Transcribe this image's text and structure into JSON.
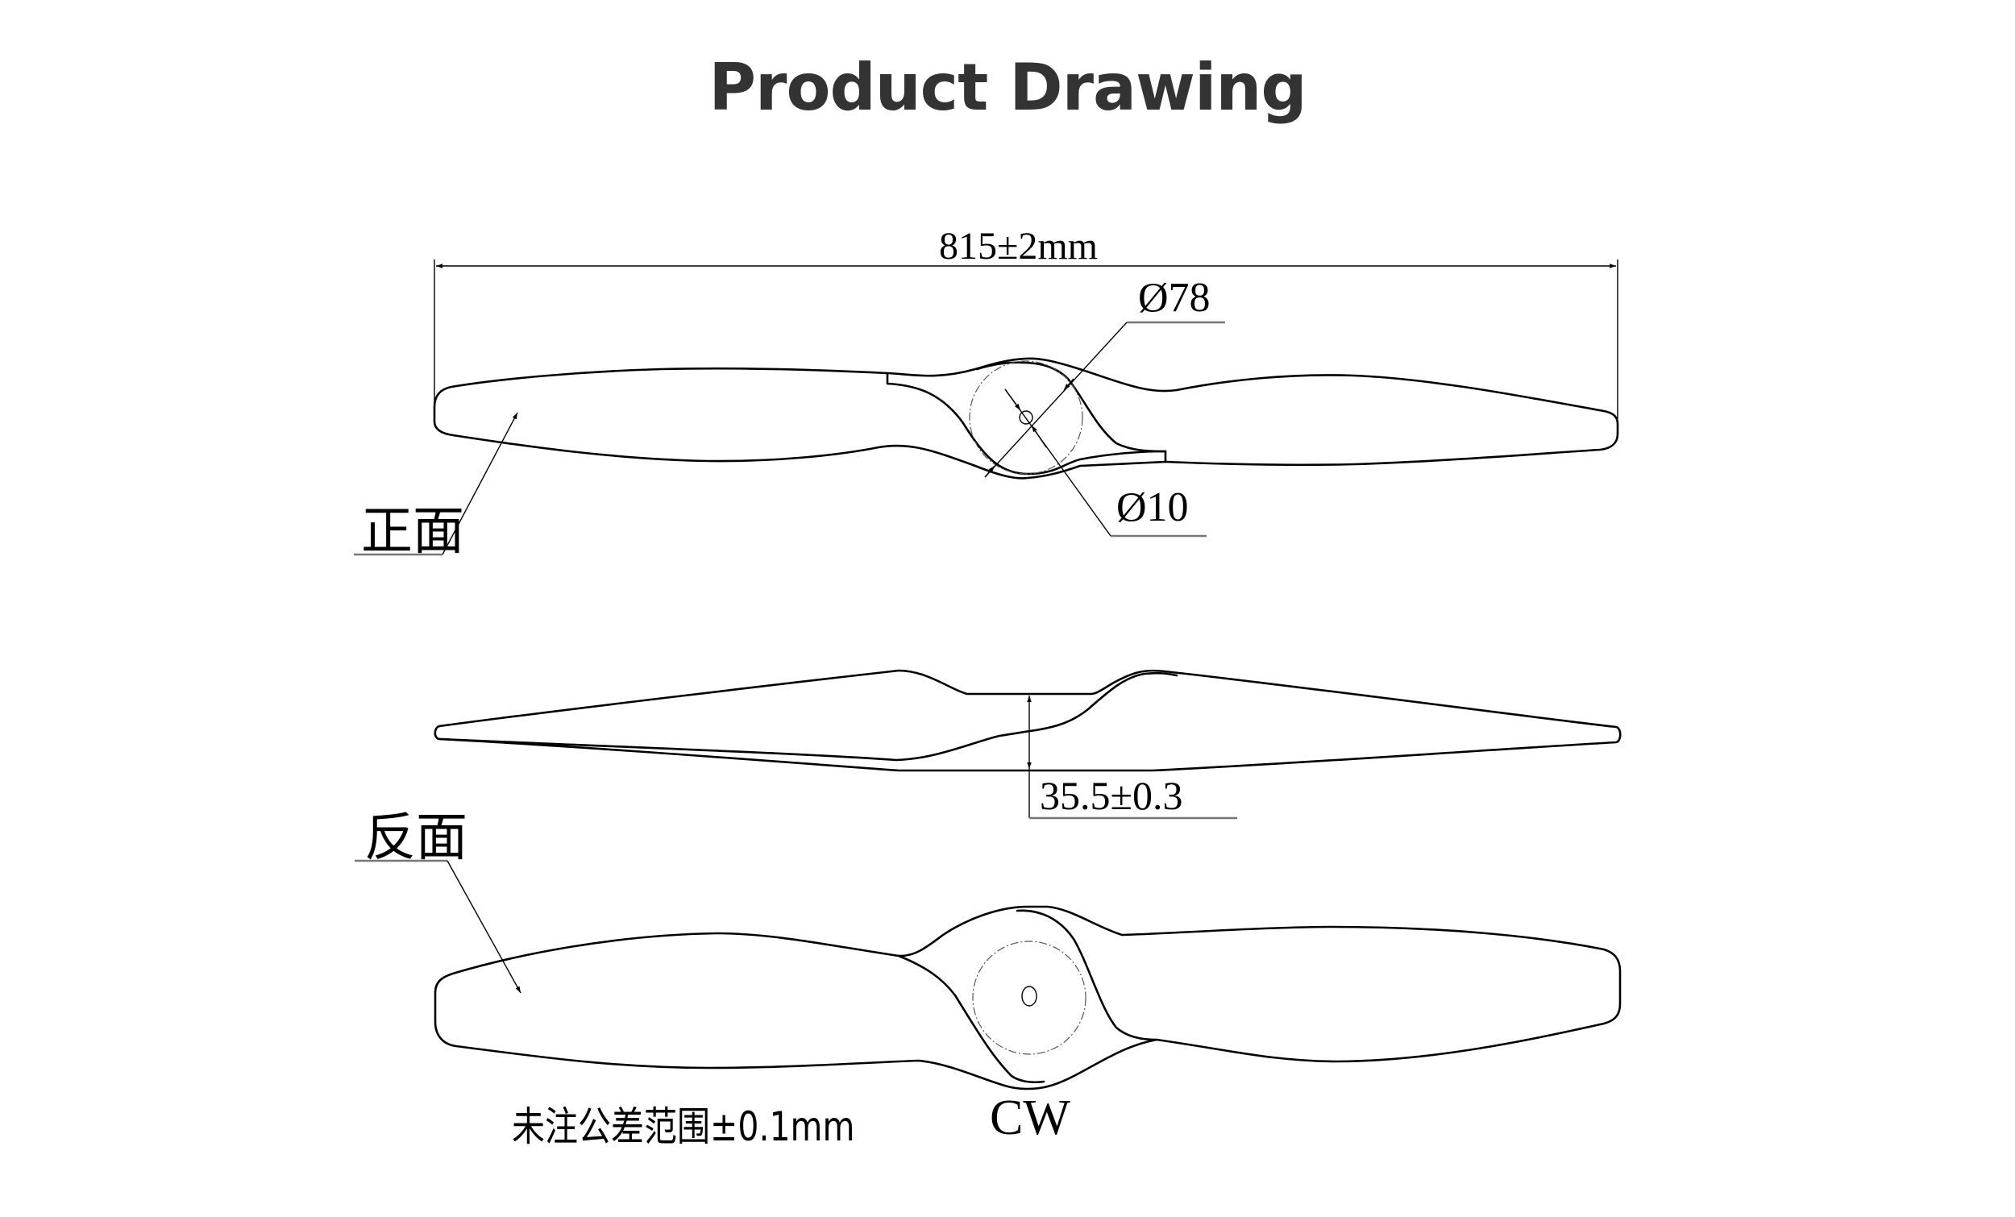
{
  "title": "Product Drawing",
  "front_view": {
    "label": "正面",
    "overall_length": "815±2mm",
    "hub_diameter": "Ø78",
    "bore_diameter": "Ø10"
  },
  "side_view": {
    "hub_thickness": "35.5±0.3"
  },
  "back_view": {
    "label": "反面"
  },
  "notes": {
    "tolerance_note": "未注公差范围±0.1mm",
    "rotation": "CW"
  },
  "colors": {
    "title": "#333333",
    "line": "#000000",
    "leader_shelf": "#777777"
  }
}
